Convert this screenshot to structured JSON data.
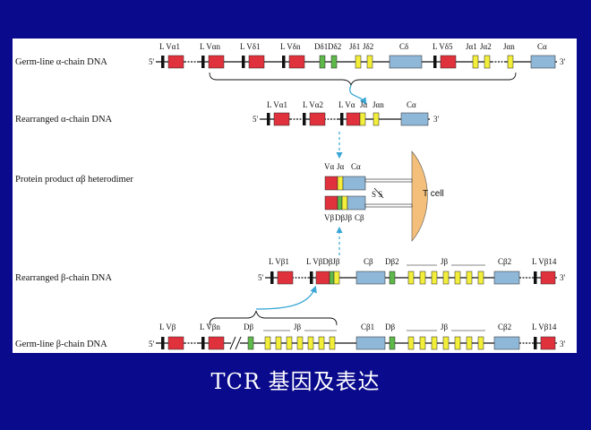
{
  "caption": "TCR 基因及表达",
  "colors": {
    "background": "#0a0a8c",
    "panel": "#ffffff",
    "v_segment": "#e0323c",
    "d_segment": "#5fb84a",
    "j_segment": "#f2ee3a",
    "c_segment": "#8fb7d8",
    "leader": "#111111",
    "t_cell": "#f4bf7a",
    "arrow": "#3aa7d6"
  },
  "strand_labels": {
    "five_prime": "5'",
    "three_prime": "3'"
  },
  "rows": {
    "germline_alpha": {
      "label": "Germ-line α-chain DNA",
      "segments": [
        {
          "label": "L Vα1"
        },
        {
          "label": "L Vαn"
        },
        {
          "label": "L Vδ1"
        },
        {
          "label": "L Vδn"
        },
        {
          "label": "Dδ1"
        },
        {
          "label": "Dδ2"
        },
        {
          "label": "Jδ1"
        },
        {
          "label": "Jδ2"
        },
        {
          "label": "Cδ"
        },
        {
          "label": "L Vδ5"
        },
        {
          "label": "Jα1"
        },
        {
          "label": "Jα2"
        },
        {
          "label": "Jαn"
        },
        {
          "label": "Cα"
        }
      ]
    },
    "rearranged_alpha": {
      "label": "Rearranged α-chain DNA",
      "segments": [
        {
          "label": "L Vα1"
        },
        {
          "label": "L Vα2"
        },
        {
          "label": "L Vα"
        },
        {
          "label": "Jα"
        },
        {
          "label": "Jαn"
        },
        {
          "label": "Cα"
        }
      ]
    },
    "protein": {
      "label": "Protein product αβ heterodimer",
      "alpha_labels": [
        {
          "label": "Vα"
        },
        {
          "label": "Jα"
        },
        {
          "label": "Cα"
        }
      ],
      "beta_labels": [
        {
          "label": "Vβ"
        },
        {
          "label": "Dβ"
        },
        {
          "label": "Jβ"
        },
        {
          "label": "Cβ"
        }
      ],
      "ss_label": "S S",
      "cell_label": "T cell"
    },
    "rearranged_beta": {
      "label": "Rearranged β-chain DNA",
      "segments": [
        {
          "label": "L Vβ1"
        },
        {
          "label": "L VβDβJβ"
        },
        {
          "label": "Cβ"
        },
        {
          "label": "Dβ2"
        },
        {
          "label": "Jβ"
        },
        {
          "label": "Cβ2"
        },
        {
          "label": "L Vβ14"
        }
      ]
    },
    "germline_beta": {
      "label": "Germ-line β-chain DNA",
      "segments": [
        {
          "label": "L Vβ"
        },
        {
          "label": "L Vβn"
        },
        {
          "label": "Dβ"
        },
        {
          "label": "Jβ"
        },
        {
          "label": "Cβ1"
        },
        {
          "label": "Dβ"
        },
        {
          "label": "Jβ"
        },
        {
          "label": "Cβ2"
        },
        {
          "label": "L Vβ14"
        }
      ]
    }
  }
}
